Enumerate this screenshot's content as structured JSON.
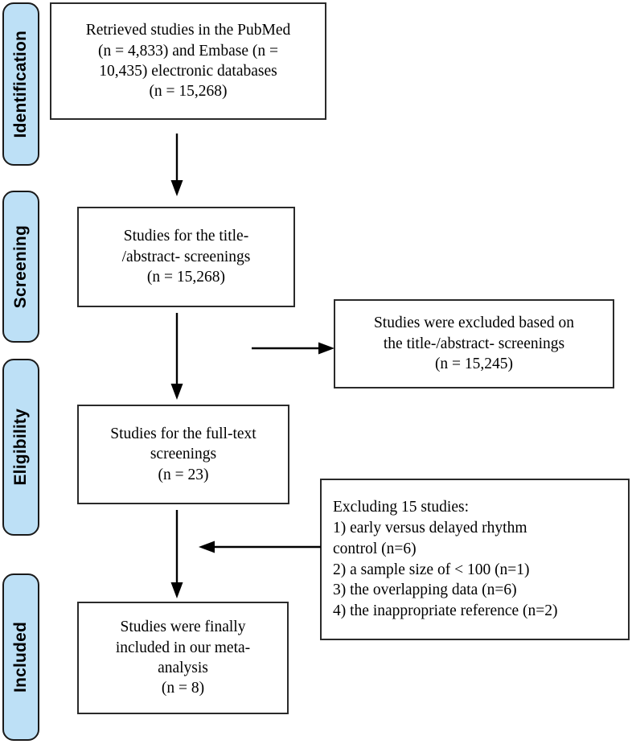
{
  "diagram": {
    "type": "prisma-flow-diagram",
    "title": "PRISMA study selection flow diagram",
    "accent_color": "#bde0f6",
    "border_color": "#2a2a2a",
    "background_color": "#ffffff"
  },
  "stages": [
    {
      "id": "identification",
      "label": "Identification"
    },
    {
      "id": "screening",
      "label": "Screening"
    },
    {
      "id": "eligibility",
      "label": "Eligibility"
    },
    {
      "id": "included",
      "label": "Included"
    }
  ],
  "flow_boxes": [
    {
      "id": "retrieved-studies",
      "stage": "identification",
      "text": "Retrieved studies in the PubMed\n(n = 4,833) and Embase (n =\n10,435) electronic databases\n(n = 15,268)",
      "n": 15268,
      "sources": [
        {
          "name": "PubMed",
          "n": 4833
        },
        {
          "name": "Embase",
          "n": 10435
        }
      ]
    },
    {
      "id": "title-abstract-screening",
      "stage": "screening",
      "text": "Studies for the title-\n/abstract- screenings\n(n = 15,268)",
      "n": 15268
    },
    {
      "id": "full-text-screening",
      "stage": "eligibility",
      "text": "Studies for the full-text\nscreenings\n(n = 23)",
      "n": 23
    },
    {
      "id": "final-included",
      "stage": "included",
      "text": "Studies were finally\nincluded in our meta-\nanalysis\n(n = 8)",
      "n": 8
    }
  ],
  "exclusion_boxes": [
    {
      "id": "excluded-title-abstract",
      "text": "Studies were excluded based on\nthe title-/abstract- screenings\n(n = 15,245)",
      "n": 15245
    },
    {
      "id": "excluded-full-text",
      "text": "Excluding 15 studies:\n1) early versus delayed rhythm\ncontrol (n=6)\n2) a sample size of < 100 (n=1)\n3) the overlapping data (n=6)\n4) the inappropriate reference (n=2)",
      "total": 15,
      "reasons": [
        {
          "index": "1)",
          "reason": "early versus delayed rhythm control",
          "n": 6
        },
        {
          "index": "2)",
          "reason": "a sample size of < 100",
          "n": 1
        },
        {
          "index": "3)",
          "reason": "the overlapping data",
          "n": 6
        },
        {
          "index": "4)",
          "reason": "the inappropriate reference",
          "n": 2
        }
      ]
    }
  ],
  "connectors": [
    {
      "id": "arrow-identification-to-screening",
      "direction": "down"
    },
    {
      "id": "arrow-screening-to-eligibility",
      "direction": "down"
    },
    {
      "id": "arrow-screening-to-excluded",
      "direction": "right"
    },
    {
      "id": "arrow-excluded-to-eligibility",
      "direction": "left"
    },
    {
      "id": "arrow-eligibility-to-included",
      "direction": "down"
    }
  ]
}
